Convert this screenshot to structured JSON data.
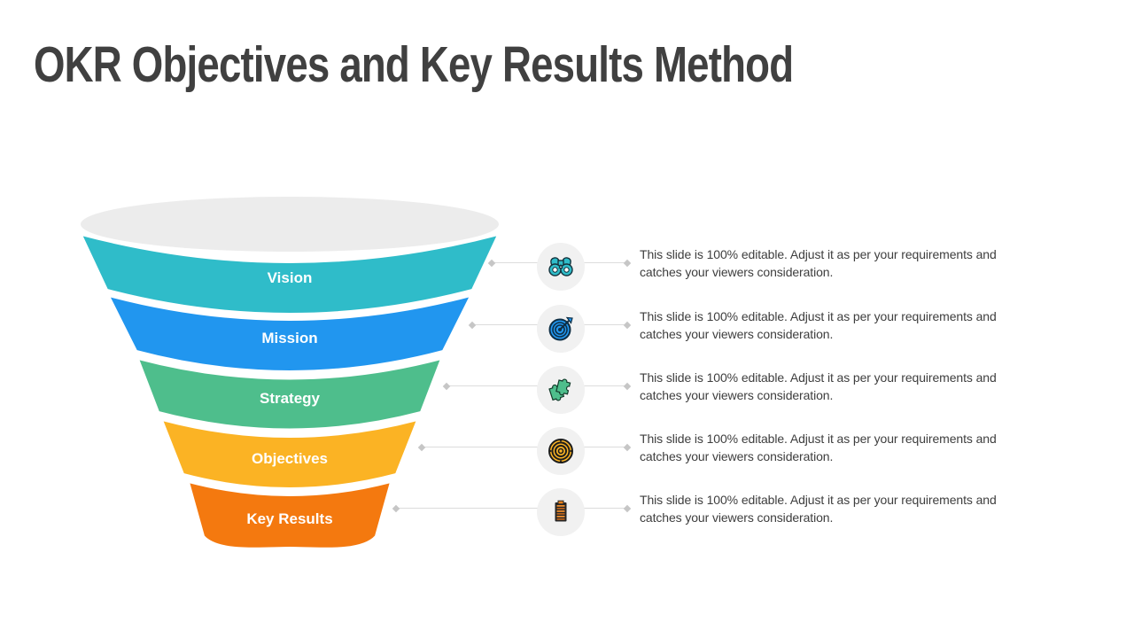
{
  "slide": {
    "title": "OKR Objectives and Key Results Method"
  },
  "funnel": {
    "top_ellipse_color": "#ececec",
    "stages": [
      {
        "label": "Vision",
        "color": "#2fbcc9",
        "icon": "binoculars-icon",
        "desc_line1": "This slide is 100% editable. Adjust it as per your requirements and",
        "desc_line2": "catches your viewers consideration."
      },
      {
        "label": "Mission",
        "color": "#2196ef",
        "icon": "target-arrow-icon",
        "desc_line1": "This slide is 100% editable. Adjust it as per your requirements and",
        "desc_line2": "catches your viewers consideration."
      },
      {
        "label": "Strategy",
        "color": "#4ebe8c",
        "icon": "puzzle-pieces-icon",
        "desc_line1": "This slide is 100% editable. Adjust it as per your requirements and",
        "desc_line2": "catches your viewers consideration."
      },
      {
        "label": "Objectives",
        "color": "#fbb324",
        "icon": "rings-target-icon",
        "desc_line1": "This slide is 100% editable. Adjust it as per your requirements and",
        "desc_line2": "catches your viewers consideration."
      },
      {
        "label": "Key Results",
        "color": "#f4790f",
        "icon": "clipboard-list-icon",
        "desc_line1": "This slide is 100% editable. Adjust it as per your requirements and",
        "desc_line2": "catches your viewers consideration."
      }
    ]
  },
  "connector": {
    "line_color": "#dcdcdc",
    "diamond_color": "#c6c6c6",
    "icon_circle_color": "#f1f1f1"
  },
  "text_colors": {
    "title": "#404040",
    "description": "#3e3e3e",
    "stage_label": "#ffffff"
  }
}
